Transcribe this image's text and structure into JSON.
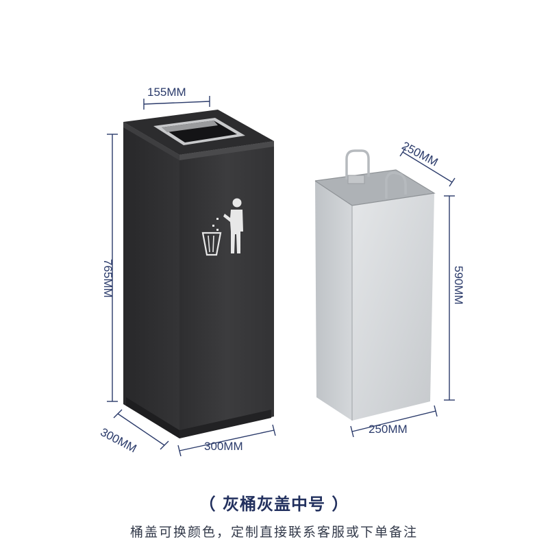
{
  "dimensions": {
    "gray_bin_top_opening": "155MM",
    "gray_bin_height": "765MM",
    "gray_bin_depth": "300MM",
    "gray_bin_width": "300MM",
    "inner_bucket_top": "250MM",
    "inner_bucket_height": "590MM",
    "inner_bucket_bottom": "250MM"
  },
  "caption": {
    "title": "（ 灰桶灰盖中号 ）",
    "subtitle": "桶盖可换颜色，定制直接联系客服或下单备注"
  },
  "colors": {
    "dimension_line": "#2a3a6a",
    "bin_body": "#3a3a3c",
    "bin_lid": "#2c2c2e",
    "bucket_metal": "#d6d8da"
  },
  "icons": {
    "litter_symbol": "person-throwing-trash-icon"
  }
}
